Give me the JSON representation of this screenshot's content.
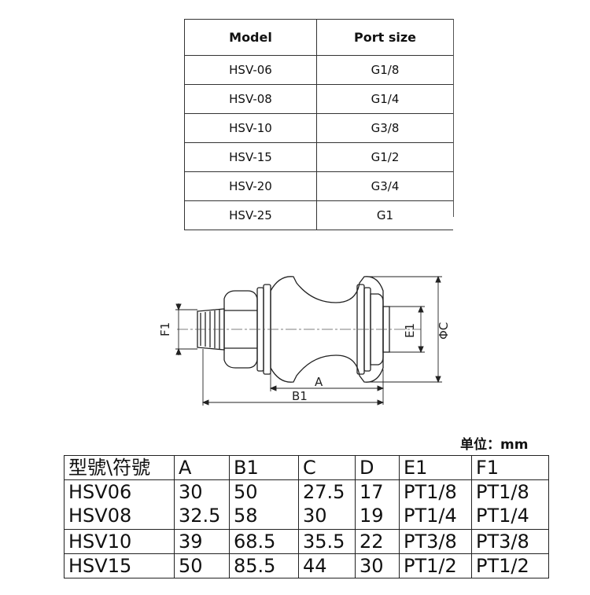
{
  "top_table": {
    "headers": [
      "Model",
      "Port size"
    ],
    "rows": [
      [
        "HSV-06",
        "G1/8"
      ],
      [
        "HSV-08",
        "G1/4"
      ],
      [
        "HSV-10",
        "G3/8"
      ],
      [
        "HSV-15",
        "G1/2"
      ],
      [
        "HSV-20",
        "G3/4"
      ],
      [
        "HSV-25",
        "G1"
      ]
    ]
  },
  "drawing": {
    "labels": {
      "a": "A",
      "b1": "B1",
      "c": "ΦC",
      "e1": "E1",
      "f1": "F1"
    }
  },
  "unit": "单位：mm",
  "spec_table": {
    "headers": [
      "型號\\符號",
      "A",
      "B1",
      "C",
      "D",
      "E1",
      "F1"
    ],
    "rows": [
      [
        "HSV06",
        "30",
        "50",
        "27.5",
        "17",
        "PT1/8",
        "PT1/8"
      ],
      [
        "HSV08",
        "32.5",
        "58",
        "30",
        "19",
        "PT1/4",
        "PT1/4"
      ],
      [
        "HSV10",
        "39",
        "68.5",
        "35.5",
        "22",
        "PT3/8",
        "PT3/8"
      ],
      [
        "HSV15",
        "50",
        "85.5",
        "44",
        "30",
        "PT1/2",
        "PT1/2"
      ]
    ]
  }
}
